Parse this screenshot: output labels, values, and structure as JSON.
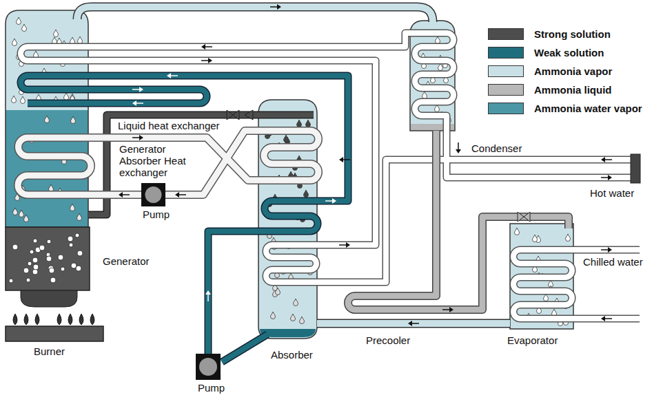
{
  "diagram": {
    "labels": [
      "Liquid heat exchanger",
      "Generator Absorber Heat exchanger",
      "Pump",
      "Condenser",
      "Hot water",
      "Generator",
      "Chilled water",
      "Precooler",
      "Evaporator",
      "Burner",
      "Absorber",
      "Pump"
    ],
    "legend": [
      {
        "text": "Strong solution",
        "color": "#4d4d4d"
      },
      {
        "text": "Weak solution",
        "color": "#1f6e7e"
      },
      {
        "text": "Ammonia vapor",
        "color": "#c9e1e6"
      },
      {
        "text": "Ammonia liquid",
        "color": "#b8b8b8"
      },
      {
        "text": "Ammonia water vapor",
        "color": "#4b97a5"
      }
    ]
  }
}
